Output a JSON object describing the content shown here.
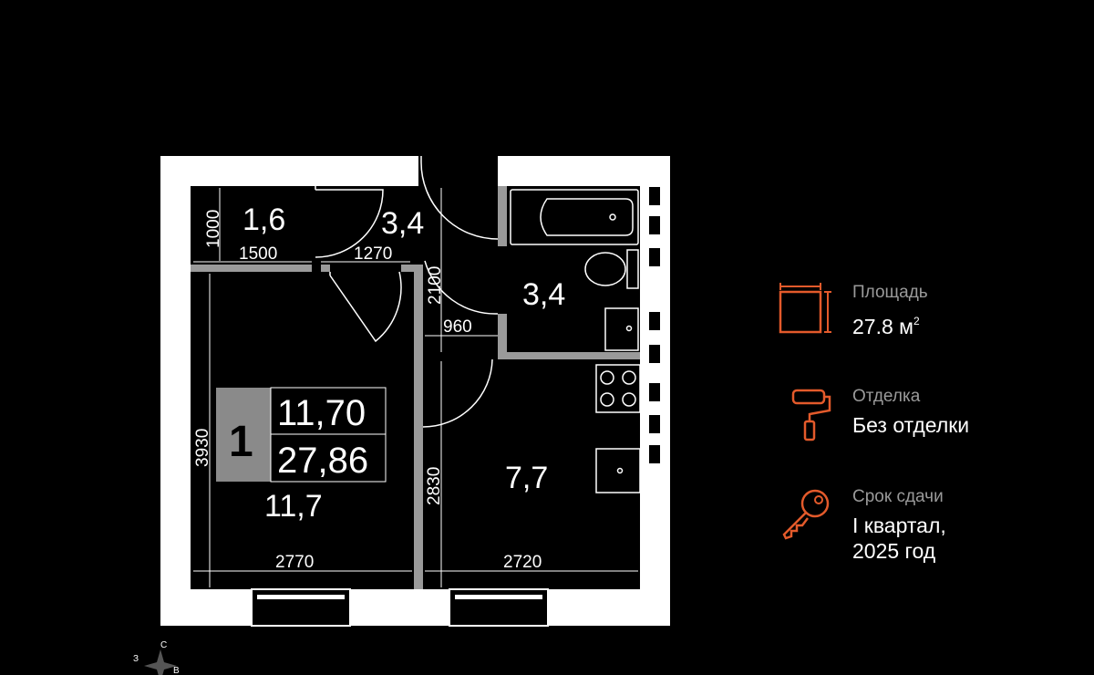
{
  "plan": {
    "rooms": {
      "storage_area": "1,6",
      "hall_area": "3,4",
      "bath_area": "3,4",
      "living_area": "11,7",
      "kitchen_area": "7,7"
    },
    "dimensions": {
      "d1000": "1000",
      "d1500": "1500",
      "d1270": "1270",
      "d2100": "2100",
      "d960": "960",
      "d3930": "3930",
      "d2830": "2830",
      "d2770": "2770",
      "d2720": "2720"
    },
    "badge": {
      "rooms_count": "1",
      "living_area": "11,70",
      "total_area": "27,86"
    },
    "compass": {
      "north": "С",
      "west": "З",
      "east": "В"
    }
  },
  "info": {
    "area": {
      "label": "Площадь",
      "value": "27.8 м",
      "unit_sup": "2",
      "icon": "area-square-icon"
    },
    "finish": {
      "label": "Отделка",
      "value": "Без отделки",
      "icon": "paint-roller-icon"
    },
    "deadline": {
      "label": "Срок сдачи",
      "value_line1": "I квартал,",
      "value_line2": "2025 год",
      "icon": "key-icon"
    }
  },
  "colors": {
    "accent": "#e35a2b",
    "wall": "#ffffff",
    "partition": "#9a9a9a",
    "badge_gray": "#8a8a8a",
    "background": "#000000"
  }
}
